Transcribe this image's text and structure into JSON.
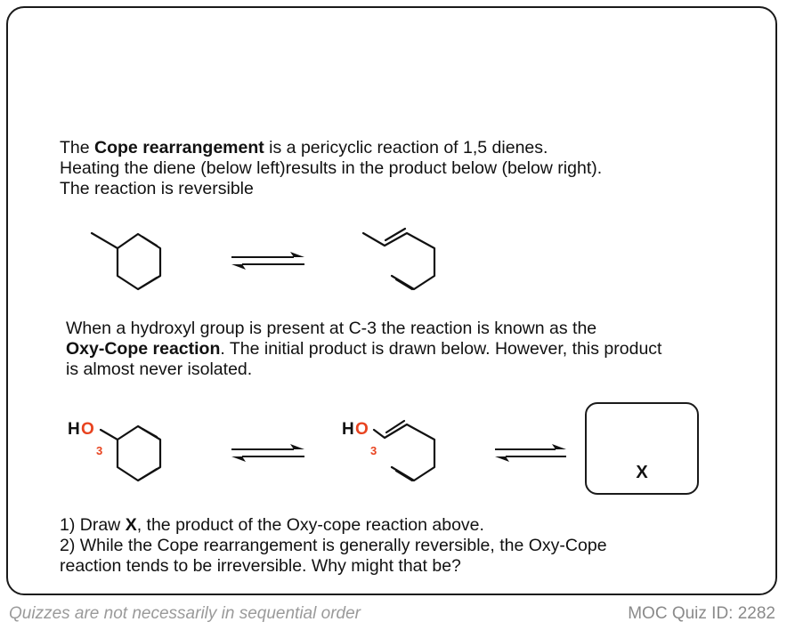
{
  "intro": {
    "line1_pre": "The ",
    "line1_bold": "Cope rearrangement",
    "line1_post": " is a pericyclic reaction of 1,5 dienes.",
    "line2": "Heating the diene (below left)results in the product below (below right).",
    "line3": "The reaction is reversible"
  },
  "oxy": {
    "line1": "When a hydroxyl group is present at C-3 the reaction is known as the",
    "line2_bold": "Oxy-Cope reaction",
    "line2_post": ". The initial product is drawn below. However, this product",
    "line3": "is almost never isolated."
  },
  "scheme2": {
    "ho_h": "H",
    "ho_o": "O",
    "carbon_number": "3",
    "colors": {
      "oxygen": "#e8431f",
      "bond": "#111111"
    }
  },
  "answer_box": {
    "label": "X"
  },
  "questions": {
    "q1_pre": "1) Draw ",
    "q1_bold": "X",
    "q1_post": ", the product of the Oxy-cope reaction above.",
    "q2_line1": "2) While the Cope rearrangement is generally reversible, the Oxy-Cope",
    "q2_line2": "reaction tends to be irreversible. Why might that be?"
  },
  "footer": {
    "note": "Quizzes are not necessarily in sequential order",
    "quiz_id": "MOC Quiz ID: 2282"
  }
}
